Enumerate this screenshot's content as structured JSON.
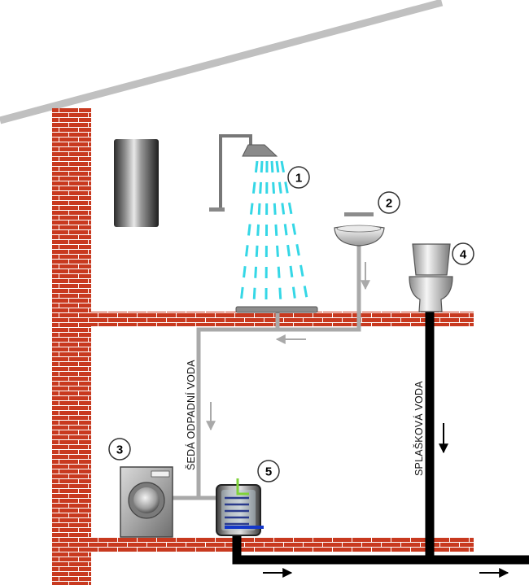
{
  "labels": {
    "grey_water": "ŠEDÁ ODPADNÍ VODA",
    "black_water": "SPLAŠKOVÁ VODA"
  },
  "markers": [
    {
      "id": "1",
      "meaning": "shower"
    },
    {
      "id": "2",
      "meaning": "washbasin"
    },
    {
      "id": "3",
      "meaning": "washing-machine"
    },
    {
      "id": "4",
      "meaning": "toilet"
    },
    {
      "id": "5",
      "meaning": "grey-water-tank"
    }
  ],
  "colors": {
    "brick": "#c8391f",
    "mortar": "#ffffff",
    "roof": "#c0c0c0",
    "grey_pipe": "#a9a9a9",
    "black_pipe": "#000000",
    "water": "#35d7e6"
  }
}
